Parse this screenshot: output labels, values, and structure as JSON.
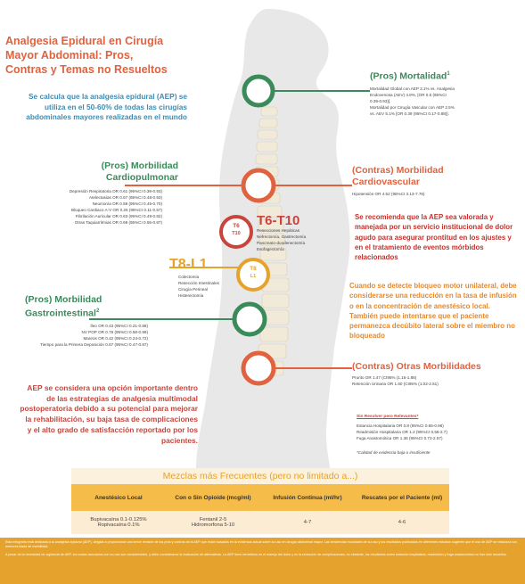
{
  "title": "Analgesia Epidural en Cirugía Mayor Abdominal: Pros, Contras y Temas no Resueltos",
  "intro": "Se calcula que la analgesia epidural (AEP) se utiliza en el 50-60% de todas las cirugías abdominales mayores realizadas en el mundo",
  "mortalidad": {
    "heading": "(Pros) Mortalidad",
    "sup": "1",
    "lines": [
      "Mortalidad Global con AEP 3.1% vs. Analgesia",
      "Endovenosa (AEV) 4.9%, [OR 0.6 (95%CI",
      "0.39-0.93)].",
      "Mortalidad por Cirugía Vascular con AEP 2.5%",
      "vs. AEV 5.1% [OR 0.39 (95%CI 0.17-0.88)]."
    ]
  },
  "cardiopulmonar": {
    "heading1": "(Pros) Morbilidad",
    "heading2": "Cardiopulmonar",
    "lines": [
      "Depresión Respiratoria OR 0.61 (95%CI 0.39-0.93)",
      "Atelectasias OR 0.67 (95%CI 0.48-0.93)",
      "Neumonía OR 0.59 (95%CI 0.45-0.70)",
      "Bloqueo Cardiaco A-V OR 0.25 (95%CI 0.11-0.57)",
      "Fibrilación Auricular OR 0.63 (95%CI 0.49-0.82)",
      "Otras Taquiarritmias OR 0.69 (95%CI 0.55-0.87)"
    ]
  },
  "cardiovascular": {
    "heading1": "(Contras) Morbilidad",
    "heading2": "Cardiovascular",
    "lines": [
      "Hipotensión OR 4.52 (95%CI 3.13-7.76)"
    ]
  },
  "t6": {
    "label": "T6-T10",
    "circle_main": "T6",
    "circle_sub": "T10",
    "lines": [
      "Resecciones Hepáticas",
      "Nefrectomía, Gastrectomía",
      "Pancreato-duodenectomía",
      "Esofagectomía"
    ]
  },
  "t8": {
    "label": "T8-L1",
    "circle_main": "T8",
    "circle_sub": "L1",
    "lines": [
      "Colectomía",
      "Resección Intestinales",
      "Cirugía Perineal",
      "Histerectomía"
    ]
  },
  "gastro": {
    "heading1": "(Pros) Morbilidad",
    "heading2": "Gastrointestinal",
    "sup": "2",
    "lines": [
      "Íleo OR 0.43 (95%CI 0.21-0.88)",
      "NV POP OR 0.76 (95%CI 0.58-0.99)",
      "Mareos OR 0.42 (95%CI 0.24-0.72)",
      "Tiempo para la Primera Deposición 0.67 (95%CI 0.47-0.87)"
    ]
  },
  "note_red": "Se recomienda que la AEP sea valorada y manejada por un servicio institucional de dolor agudo para asegurar prontitud en los ajustes y en el tratamiento de eventos mórbidos relacionados",
  "note_orange": "Cuando se detecte bloqueo motor unilateral, debe considerarse una reducción en la tasa de infusión o en la concentración de anestésico local. También puede intentarse que el paciente permanezca decúbito lateral sobre el miembro no bloqueado",
  "otras": {
    "heading": "(Contras) Otras Morbilidades",
    "lines": [
      "Prurito OR 1.47 (CI95% (1.15-1.88)",
      "Retención Urinaria OR 1.60 (CI95% (1.02-2.51)"
    ]
  },
  "no_resuelto": {
    "heading": "Sin Resolver pero Relevantes*",
    "lines": [
      "Estancia Hospitalaria OR 0.8 (95%CI 0.65-0.96)",
      "Readmisión Hospitalaria OR 1.2 (95%CI 0.56-2.7)",
      "Fuga Anastomótica OR 1.36 (95%CI 0.72-2.57)"
    ],
    "footnote": "*Calidad de evidencia baja o insuficiente"
  },
  "aep_left": "AEP se considera una opción importante dentro de las estrategias de analgesia multimodal postoperatoria debido a su potencial para mejorar la rehabilitación, su baja tasa de complicaciones y el alto grado de satisfacción reportado por los pacientes.",
  "table": {
    "title": "Mezclas más Frecuentes (pero no limitado a...)",
    "headers": [
      "Anestésico Local",
      "Con o Sin Opioide (mcg/ml)",
      "Infusión Continua (ml/hr)",
      "Rescates por el Paciente (ml)"
    ],
    "row": {
      "anestesico1": "Bupivacaína 0.1-0.125%",
      "anestesico2": "Ropivacaína 0.1%",
      "opioide1": "Fentanil 2-5",
      "opioide2": "Hidromorfona 5-10",
      "infusion": "4-7",
      "rescates": "4-6"
    }
  },
  "footer": [
    "Esta infografía está dedicada a la analgesia epidural (AEP), dirigida a proporcionar una breve revisión de los pros y contras de la AEP que están basados en la evidencia actual sobre su uso en cirugía abdominal mayor. Las tendencias mundiales de su uso y los resultados publicados en diferentes estudios sugieren que el uso de AEP se relaciona con menores tasas de morbilidad.",
    "A pesar de la necesidad de vigilancia de AEP, los costos asociados con su uso son considerables, y debe considerarse la evaluación de alternativas. La AEP tiene beneficios en el manejo del dolor y en la reducción de complicaciones; no obstante, los resultados sobre estancia hospitalaria, readmisión y fuga anastomótica no han sido resueltos."
  ],
  "colors": {
    "title": "#e0623f",
    "green": "#3a8a5a",
    "orange": "#e0623f",
    "gold": "#e5a22c",
    "red": "#c8453c",
    "blue": "#3d8cb3"
  }
}
